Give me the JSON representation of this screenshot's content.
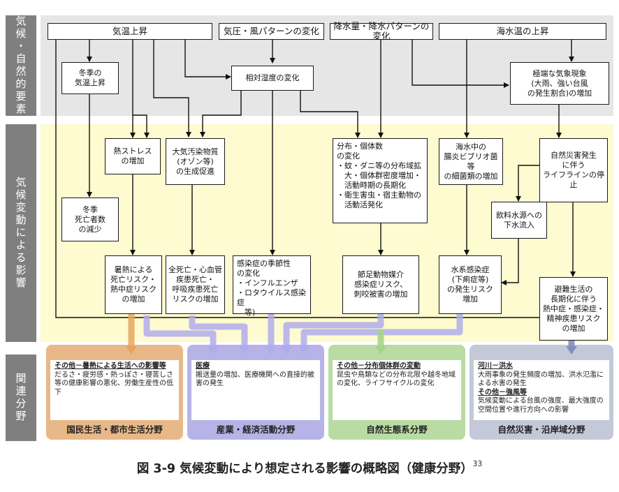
{
  "sections": {
    "climate_factors": "気候・自然的要素",
    "climate_impacts": "気候変動による影響",
    "related_fields": "関連分野"
  },
  "top_boxes": {
    "temp_rise": "気温上昇",
    "pressure_wind": "気圧・風パターンの変化",
    "precip": "降水量・降水パターンの変化",
    "sea_temp": "海水温の上昇"
  },
  "climate_boxes": {
    "winter_temp": "冬季の\n気温上昇",
    "humidity": "相対湿度の変化",
    "extreme": "極端な気象現象\n(大雨、強い台風\nの発生割合)の増加"
  },
  "impact_boxes": {
    "heat_stress": "熱ストレス\nの増加",
    "air_pollution": "大気汚染物質\n(オゾン等)\nの生成促進",
    "winter_death": "冬季\n死亡者数\nの減少",
    "heatstroke": "暑熱による\n死亡リスク・\n熱中症リスク\nの増加",
    "all_death": "全死亡・心血管\n疾患死亡・\n呼吸疾患死亡\nリスクの増加",
    "seasonal": "感染症の季節性\nの変化\n・インフルエンザ\n・ロタウイルス感染症\n　等)",
    "distribution": "分布・個体数\nの変化\n・蚊・ダニ等の分布域拡\n　大・個体群密度増加・\n　活動時期の長期化\n・衛生害虫・宿主動物の\n　活動活発化",
    "arthropod": "節足動物媒介\n感染症リスク、\n刺咬被害の増加",
    "vibrio": "海水中の\n腸炎ビブリオ菌等\nの細菌類の増加",
    "waterborne": "水系感染症\n(下痢症等)\nの発生リスク\n増加",
    "lifeline": "自然災害発生\nに伴う\nライフラインの停止",
    "drinking_water": "飲料水源への\n下水流入",
    "evacuation": "避難生活の\n長期化に伴う\n熱中症・感染症・\n精神疾患リスク\nの増加"
  },
  "categories": [
    {
      "heading": "その他－暑熱による生活への影響等",
      "text": "だるさ・疲労感・熱っぽさ・寝苦しさ等の健康影響の悪化、労働生産性の低下",
      "label": "国民生活・都市生活分野",
      "color": "#e8b888"
    },
    {
      "heading": "医療",
      "text": "搬送量の増加、医療機関への直接的被害の発生",
      "label": "産業・経済活動分野",
      "color": "#b7b3e6"
    },
    {
      "heading": "その他－分布個体群の変動",
      "text": "昆虫や鳥類などの分布北限や越冬地域の変化、ライフサイクルの変化",
      "label": "自然生態系分野",
      "color": "#b9dca4"
    },
    {
      "heading": "河川－洪水",
      "text": "大雨事象の発生頻度の増加、洪水氾濫による水害の発生",
      "heading2": "その他－強風等",
      "text2": "気候変動による台風の強度、最大強度の空間位置や進行方向への影響",
      "label": "自然災害・沿岸域分野",
      "color": "#c4c9d8"
    }
  ],
  "caption": {
    "text": "図 3-9 気候変動により想定される影響の概略図（健康分野）",
    "ref": "33"
  },
  "colors": {
    "sidebar": "#7f7f7f",
    "factors_band": "#e6e6e6",
    "impacts_band": "#fdfbcf",
    "arrow_orange": "#e8a460",
    "arrow_purple": "#b0acec",
    "arrow_green": "#a6d48a",
    "arrow_blue": "#8090b8"
  }
}
